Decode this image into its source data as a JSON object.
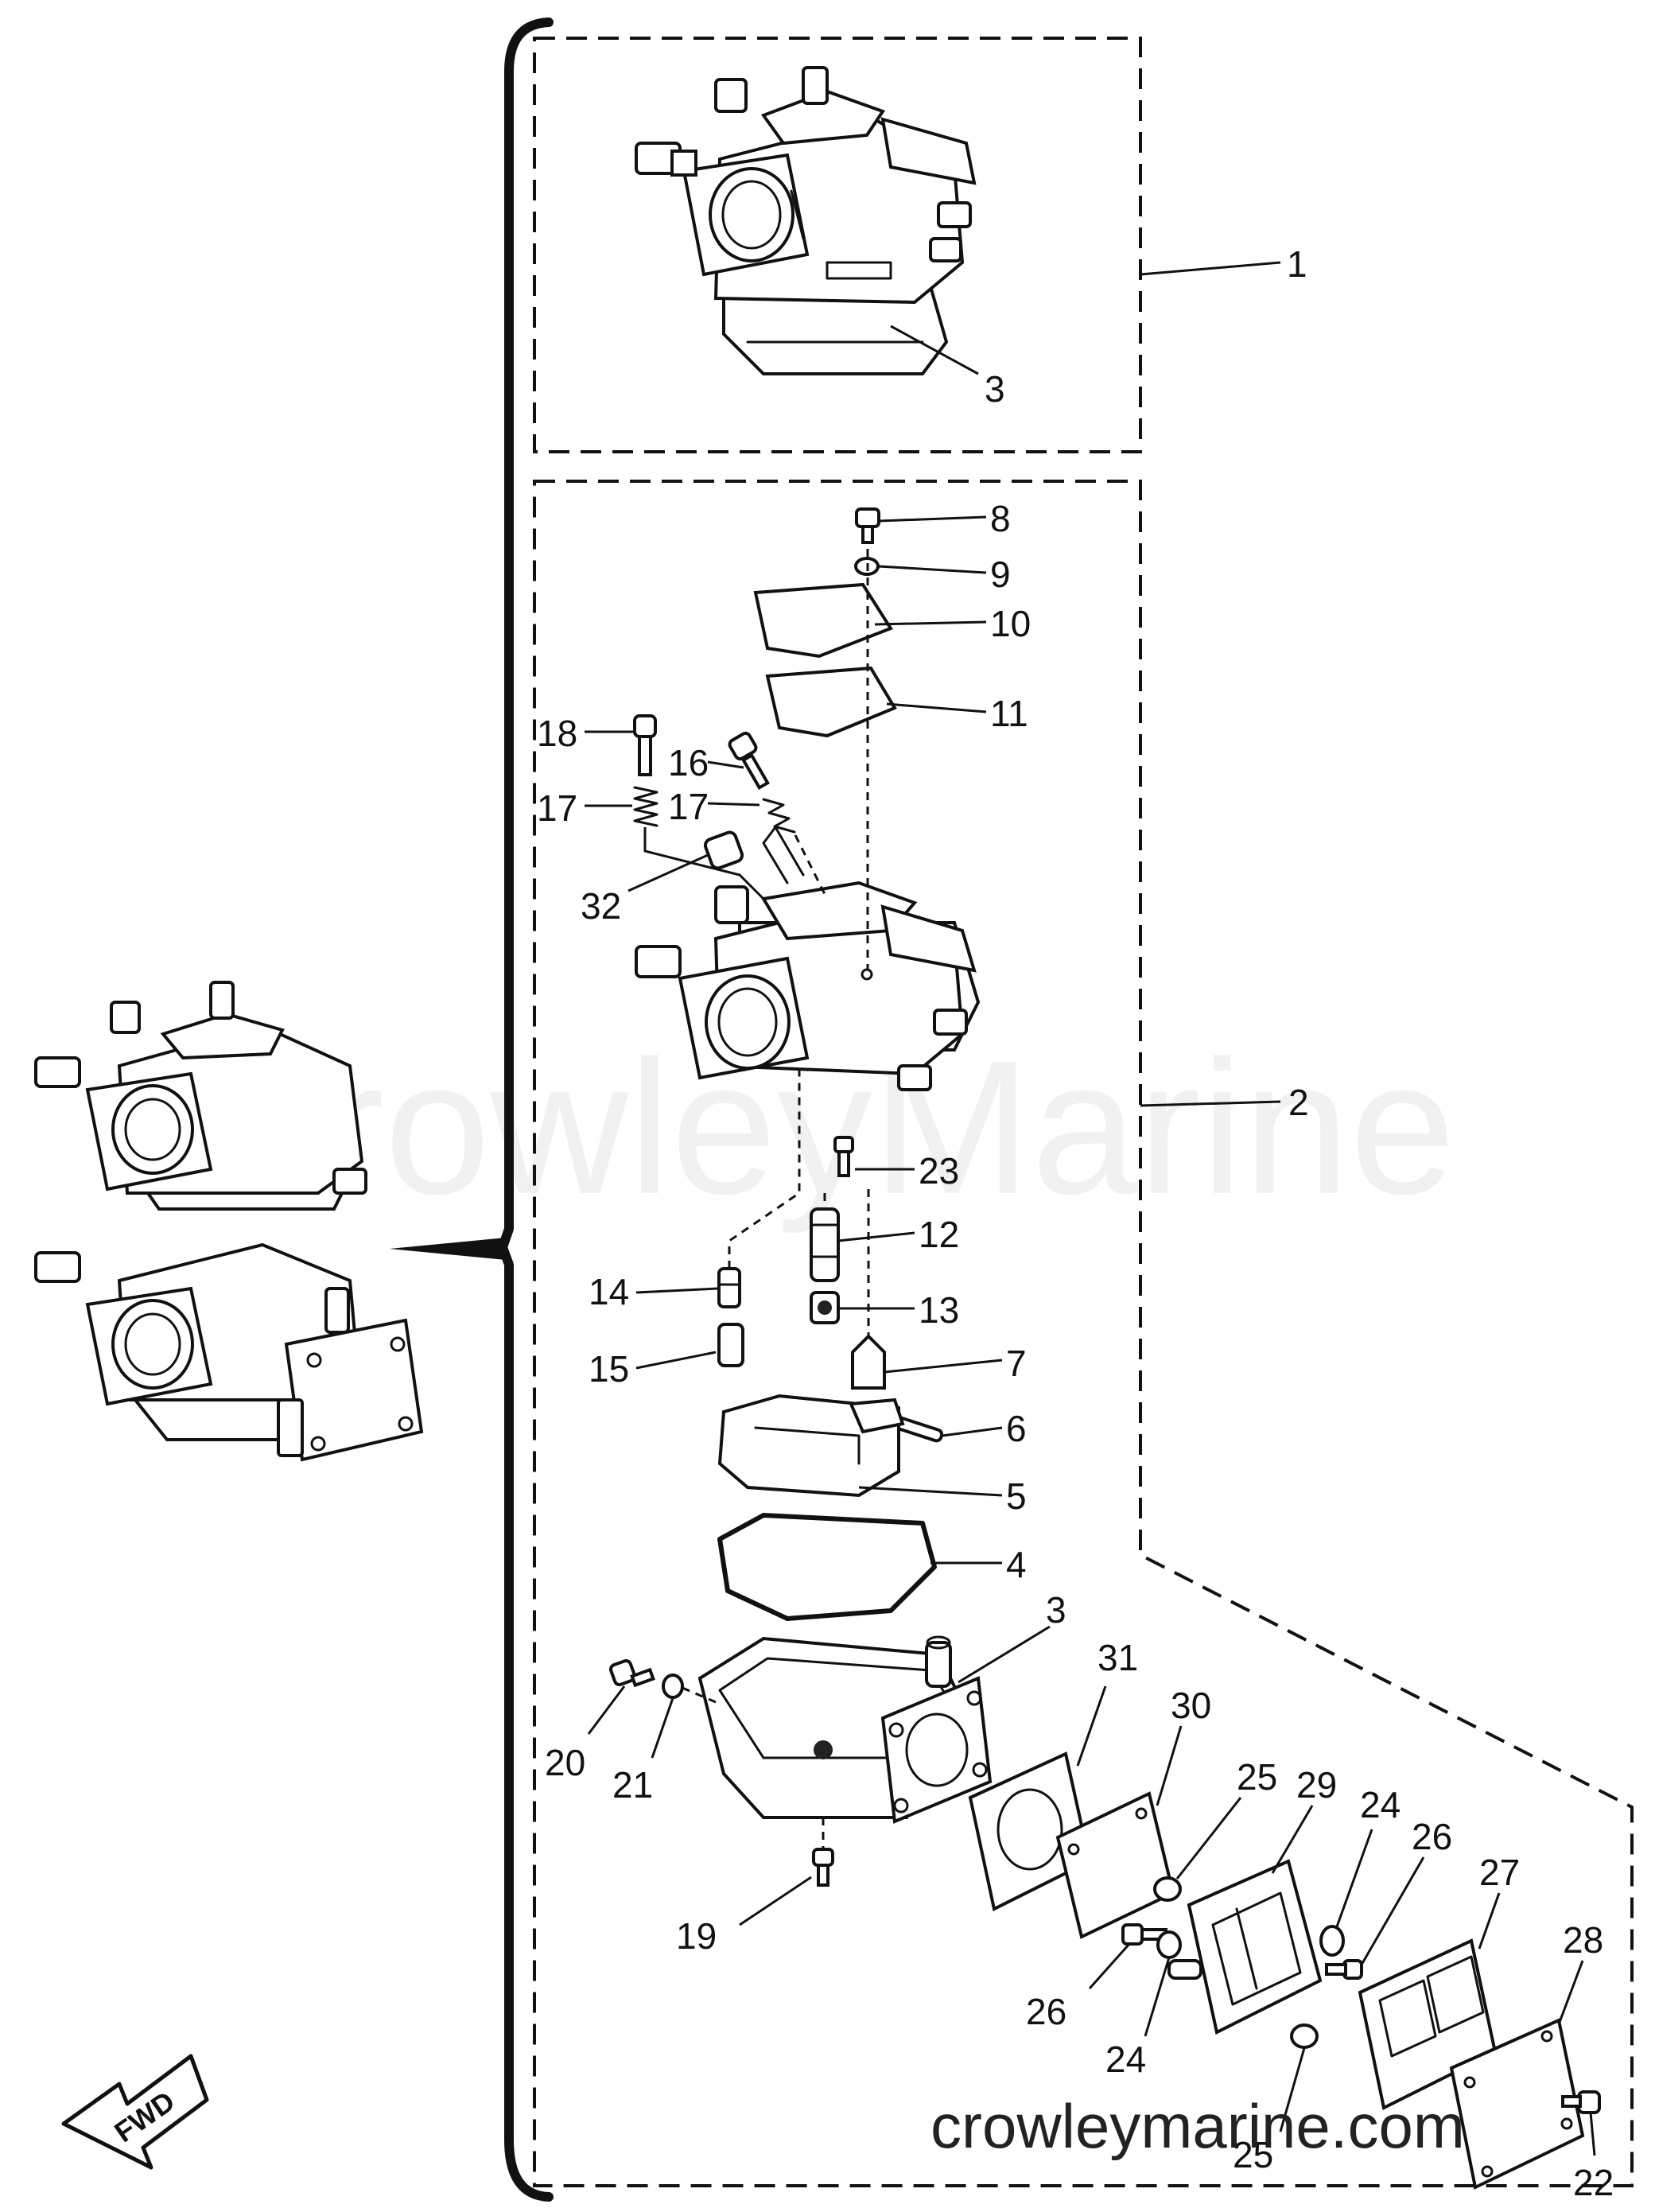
{
  "watermark": "CrowleyMarine",
  "site_url": "crowleymarine.com",
  "fwd_label": "FWD",
  "callouts": {
    "c1": "1",
    "c2": "2",
    "c3_top": "3",
    "c3_lower": "3",
    "c4": "4",
    "c5": "5",
    "c6": "6",
    "c7": "7",
    "c8": "8",
    "c9": "9",
    "c10": "10",
    "c11": "11",
    "c12": "12",
    "c13": "13",
    "c14": "14",
    "c15": "15",
    "c16": "16",
    "c17_a": "17",
    "c17_b": "17",
    "c18": "18",
    "c19": "19",
    "c20": "20",
    "c21": "21",
    "c22": "22",
    "c23": "23",
    "c24_a": "24",
    "c24_b": "24",
    "c25_a": "25",
    "c25_b": "25",
    "c26_a": "26",
    "c26_b": "26",
    "c27": "27",
    "c28": "28",
    "c29": "29",
    "c30": "30",
    "c31": "31",
    "c32": "32"
  }
}
